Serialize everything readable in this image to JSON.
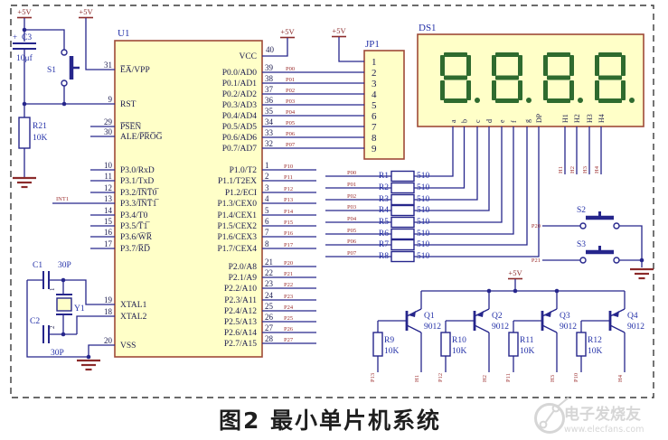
{
  "caption": "图2 最小单片机系统",
  "watermark": {
    "brand": "电子发烧友",
    "url": "www.elecfans.com"
  },
  "power_label": "+5V",
  "colors": {
    "wire": "#26268c",
    "part_border": "#9e4a38",
    "part_fill": "#ffffc8",
    "ref_text": "#2431a8",
    "pin_text": "#1c1c50",
    "net_label": "#9c2f2f",
    "power": "#8b2a2a",
    "segment_green": "#2f6b2f",
    "watermark_gray": "#d6d6d6"
  },
  "u1": {
    "ref": "U1",
    "pins_left": [
      {
        "num": "31",
        "name": "E̅A̅/VPP"
      },
      {
        "num": "9",
        "name": "RST"
      },
      {
        "num": "29",
        "name": "P̅S̅E̅N̅"
      },
      {
        "num": "30",
        "name": "ALE/P̅R̅O̅G̅"
      },
      {
        "num": "10",
        "name": "P3.0/RxD"
      },
      {
        "num": "11",
        "name": "P3.1/TxD"
      },
      {
        "num": "12",
        "name": "P3.2/I̅N̅T̅0̅"
      },
      {
        "num": "13",
        "name": "P3.3/I̅N̅T̅1̅",
        "net": "INT1"
      },
      {
        "num": "14",
        "name": "P3.4/T0"
      },
      {
        "num": "15",
        "name": "P3.5/T̅1̅"
      },
      {
        "num": "16",
        "name": "P3.6/W̅R̅"
      },
      {
        "num": "17",
        "name": "P3.7/R̅D̅"
      },
      {
        "num": "19",
        "name": "XTAL1"
      },
      {
        "num": "18",
        "name": "XTAL2"
      },
      {
        "num": "20",
        "name": "VSS"
      }
    ],
    "pin_vcc": {
      "num": "40",
      "name": "VCC"
    },
    "pins_p0": [
      {
        "num": "39",
        "name": "P0.0/AD0",
        "net": "P00"
      },
      {
        "num": "38",
        "name": "P0.1/AD1",
        "net": "P01"
      },
      {
        "num": "37",
        "name": "P0.2/AD2",
        "net": "P02"
      },
      {
        "num": "36",
        "name": "P0.3/AD3",
        "net": "P03"
      },
      {
        "num": "35",
        "name": "P0.4/AD4",
        "net": "P04"
      },
      {
        "num": "34",
        "name": "P0.5/AD5",
        "net": "P05"
      },
      {
        "num": "33",
        "name": "P0.6/AD6",
        "net": "P06"
      },
      {
        "num": "32",
        "name": "P0.7/AD7",
        "net": "P07"
      }
    ],
    "pins_p1": [
      {
        "num": "1",
        "name": "P1.0/T2",
        "net": "P10"
      },
      {
        "num": "2",
        "name": "P1.1/T2EX",
        "net": "P11"
      },
      {
        "num": "3",
        "name": "P1.2/ECI",
        "net": "P12"
      },
      {
        "num": "4",
        "name": "P1.3/CEX0",
        "net": "P13"
      },
      {
        "num": "5",
        "name": "P1.4/CEX1",
        "net": "P14"
      },
      {
        "num": "6",
        "name": "P1.5/CEX2",
        "net": "P15"
      },
      {
        "num": "7",
        "name": "P1.6/CEX3",
        "net": "P16"
      },
      {
        "num": "8",
        "name": "P1.7/CEX4",
        "net": "P17"
      }
    ],
    "pins_p2": [
      {
        "num": "21",
        "name": "P2.0/A8",
        "net": "P20"
      },
      {
        "num": "22",
        "name": "P2.1/A9",
        "net": "P21"
      },
      {
        "num": "23",
        "name": "P2.2/A10",
        "net": "P22"
      },
      {
        "num": "24",
        "name": "P2.3/A11",
        "net": "P23"
      },
      {
        "num": "25",
        "name": "P2.4/A12",
        "net": "P24"
      },
      {
        "num": "26",
        "name": "P2.5/A13",
        "net": "P25"
      },
      {
        "num": "27",
        "name": "P2.6/A14",
        "net": "P26"
      },
      {
        "num": "28",
        "name": "P2.7/A15",
        "net": "P27"
      }
    ]
  },
  "jp1": {
    "ref": "JP1",
    "pins": [
      "1",
      "2",
      "3",
      "4",
      "5",
      "6",
      "7",
      "8",
      "9"
    ],
    "pin1_net": "+5V"
  },
  "ds1": {
    "ref": "DS1",
    "displayed": "8.8.8.8.",
    "segment_pins": [
      "a",
      "b",
      "c",
      "d",
      "e",
      "f",
      "g",
      "DP"
    ],
    "digit_pins": [
      "H1",
      "H2",
      "H3",
      "H4"
    ],
    "digit_nets": [
      "H1",
      "H2",
      "H3",
      "H4"
    ]
  },
  "segment_resistors": [
    {
      "ref": "R1",
      "value": "510",
      "net": "P00"
    },
    {
      "ref": "R2",
      "value": "510",
      "net": "P01"
    },
    {
      "ref": "R3",
      "value": "510",
      "net": "P02"
    },
    {
      "ref": "R4",
      "value": "510",
      "net": "P03"
    },
    {
      "ref": "R5",
      "value": "510",
      "net": "P04"
    },
    {
      "ref": "R6",
      "value": "510",
      "net": "P05"
    },
    {
      "ref": "R7",
      "value": "510",
      "net": "P06"
    },
    {
      "ref": "R8",
      "value": "510",
      "net": "P07"
    }
  ],
  "reset_circuit": {
    "c3": {
      "ref": "C3",
      "value": "10μf",
      "polarity": "+"
    },
    "s1": {
      "ref": "S1"
    },
    "r21": {
      "ref": "R21",
      "value": "10K"
    }
  },
  "oscillator": {
    "c1": {
      "ref": "C1",
      "value": "30P"
    },
    "c2": {
      "ref": "C2",
      "value": "30P"
    },
    "y1": {
      "ref": "Y1",
      "pin1": "1",
      "pin2": "2"
    }
  },
  "keys": [
    {
      "ref": "S2",
      "net": "P20"
    },
    {
      "ref": "S3",
      "net": "P21"
    }
  ],
  "digit_drivers": [
    {
      "q_ref": "Q1",
      "q_value": "9012",
      "r_ref": "R9",
      "r_value": "10K",
      "base_net": "P13",
      "collector_net": "H1"
    },
    {
      "q_ref": "Q2",
      "q_value": "9012",
      "r_ref": "R10",
      "r_value": "10K",
      "base_net": "P12",
      "collector_net": "H2"
    },
    {
      "q_ref": "Q3",
      "q_value": "9012",
      "r_ref": "R11",
      "r_value": "10K",
      "base_net": "P11",
      "collector_net": "H3"
    },
    {
      "q_ref": "Q4",
      "q_value": "9012",
      "r_ref": "R12",
      "r_value": "10K",
      "base_net": "P10",
      "collector_net": "H4"
    }
  ]
}
